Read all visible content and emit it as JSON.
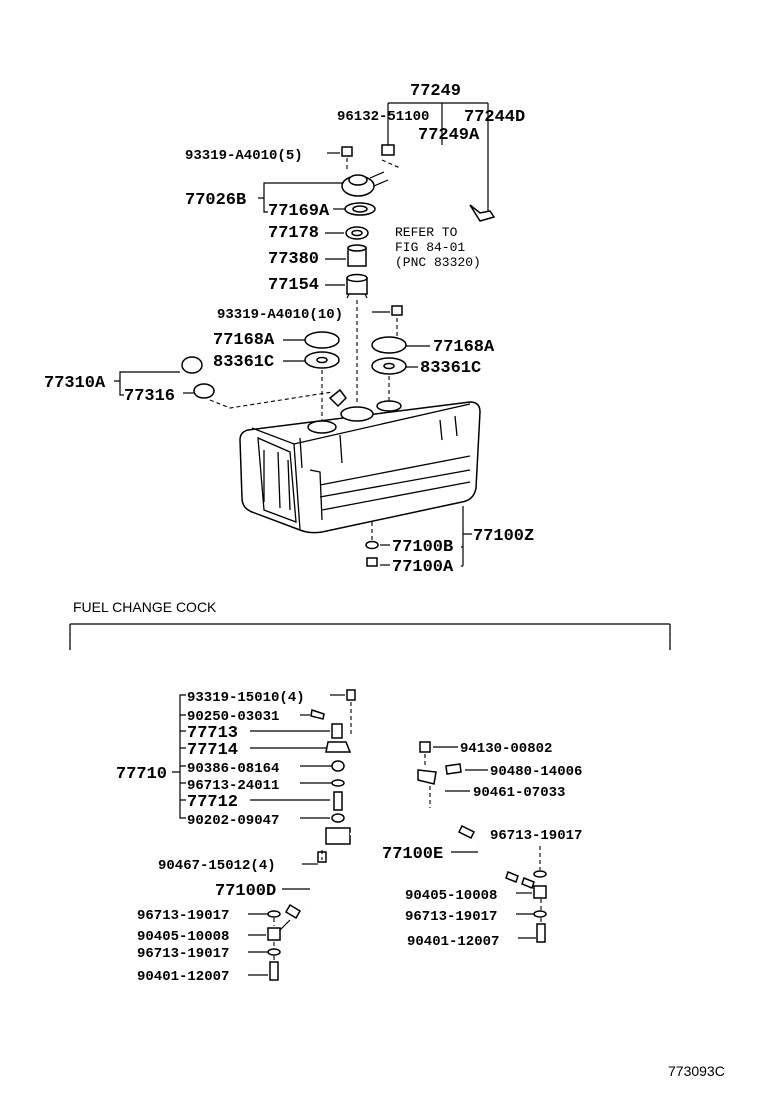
{
  "labels": {
    "p77249": "77249",
    "p96132": "96132-51100",
    "p77244D": "77244D",
    "p77249A": "77249A",
    "p93319_5": "93319-A4010(5)",
    "p77026B": "77026B",
    "p77169A": "77169A",
    "p77178": "77178",
    "p77380": "77380",
    "p77154": "77154",
    "refer1": "REFER TO",
    "refer2": "FIG  84-01",
    "refer3": "(PNC 83320)",
    "p93319_10": "93319-A4010(10)",
    "p77168A_l": "77168A",
    "p83361C_l": "83361C",
    "p77168A_r": "77168A",
    "p83361C_r": "83361C",
    "p77310A": "77310A",
    "p77316": "77316",
    "p77100Z": "77100Z",
    "p77100B": "77100B",
    "p77100A": "77100A",
    "section_title": "FUEL CHANGE COCK",
    "p93319_15010": "93319-15010(4)",
    "p90250": "90250-03031",
    "p77713": "77713",
    "p77714": "77714",
    "p77710": "77710",
    "p90386": "90386-08164",
    "p96713_24011": "96713-24011",
    "p77712": "77712",
    "p90202": "90202-09047",
    "p94130": "94130-00802",
    "p90480": "90480-14006",
    "p90461": "90461-07033",
    "p96713_r1": "96713-19017",
    "p77100E": "77100E",
    "p90467": "90467-15012(4)",
    "p77100D": "77100D",
    "p96713_l1": "96713-19017",
    "p90405_l": "90405-10008",
    "p96713_l2": "96713-19017",
    "p90401_l": "90401-12007",
    "p90405_r": "90405-10008",
    "p96713_r2": "96713-19017",
    "p90401_r": "90401-12007",
    "figure_code": "773093C"
  }
}
